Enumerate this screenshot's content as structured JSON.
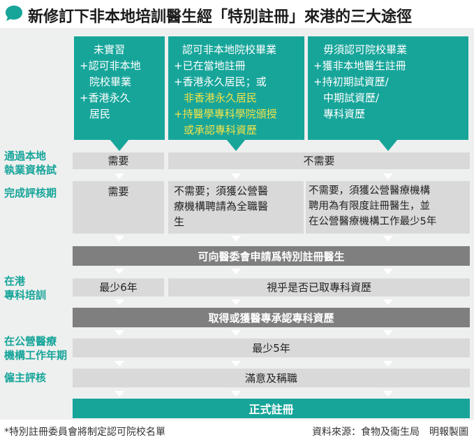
{
  "title": "新修訂下非本地培訓醫生經「特別註冊」來港的三大途徑",
  "colors": {
    "teal": "#17a59a",
    "highlight": "#f2e24a",
    "cell": "#d9d9d9",
    "bar": "#7f7f7f",
    "band": "#eef0ef"
  },
  "columns": [
    {
      "lines": [
        "未實習",
        "+認可非本地",
        "院校畢業",
        "+香港永久",
        "居民"
      ]
    },
    {
      "lines": [
        "認可非本地院校畢業",
        "+已在當地註冊",
        "+香港永久居民；或"
      ],
      "highlight_lines": [
        "非香港永久居民",
        "+持醫學專科學院頒授",
        "或承認專科資歷"
      ]
    },
    {
      "lines": [
        "毋須認可院校畢業",
        "+獲非本地醫生註冊",
        "+持初期試資歷/",
        "中期試資歷/",
        "專科資歷"
      ]
    }
  ],
  "rows": {
    "licensing_exam": {
      "label": [
        "通過本地",
        "執業資格試"
      ],
      "col1": "需要",
      "col23": "不需要"
    },
    "assessment": {
      "label": [
        "完成評核期"
      ],
      "col1": "需要",
      "col2": [
        "不需要；須獲公營醫",
        "療機構聘請為全職醫",
        "生"
      ],
      "col3": [
        "不需要，須獲公營醫療機構",
        "聘用為有限度註冊醫生，並",
        "在公營醫療機構工作最少5年"
      ]
    },
    "apply_bar": "可向醫委會申請爲特別註冊醫生",
    "specialist_training": {
      "label": [
        "在港",
        "專科培訓"
      ],
      "col1": "最少6年",
      "col23": "視乎是否已取專科資歷"
    },
    "qualification_bar": "取得或獲醫專承認專科資歷",
    "public_service": {
      "label": [
        "在公營醫療",
        "機構工作年期"
      ],
      "value": "最少5年"
    },
    "employer_review": {
      "label": [
        "僱主評核"
      ],
      "value": "滿意及稱職"
    },
    "final_bar": "正式註冊"
  },
  "footer": {
    "note": "*特別註冊委員會將制定認可院校名單",
    "source": "資料來源：食物及衞生局　明報製圖"
  }
}
